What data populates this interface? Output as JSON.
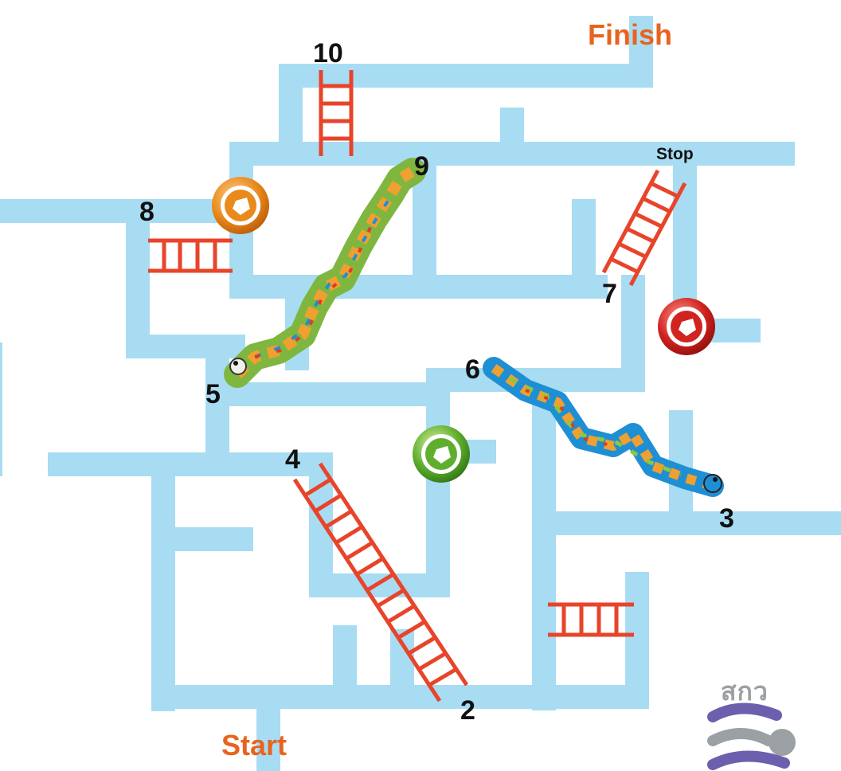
{
  "labels": {
    "finish": "Finish",
    "start": "Start",
    "stop": "Stop",
    "logo": "สกว"
  },
  "squares": [
    "2",
    "3",
    "4",
    "5",
    "6",
    "7",
    "8",
    "9",
    "10"
  ],
  "colors": {
    "path": "#a8dcf3",
    "ladder": "#e8442a",
    "ladder_edge": "#8a3b2a",
    "accent_text": "#e8641e",
    "coin_orange": "#e98a1c",
    "coin_red": "#d12420",
    "coin_green": "#5fae2e",
    "snake_a": "#8cc83f",
    "snake_b": "#1f8fd4"
  },
  "icons": [
    "ladder-icon",
    "snake-icon",
    "coin-icon",
    "logo-icon"
  ]
}
